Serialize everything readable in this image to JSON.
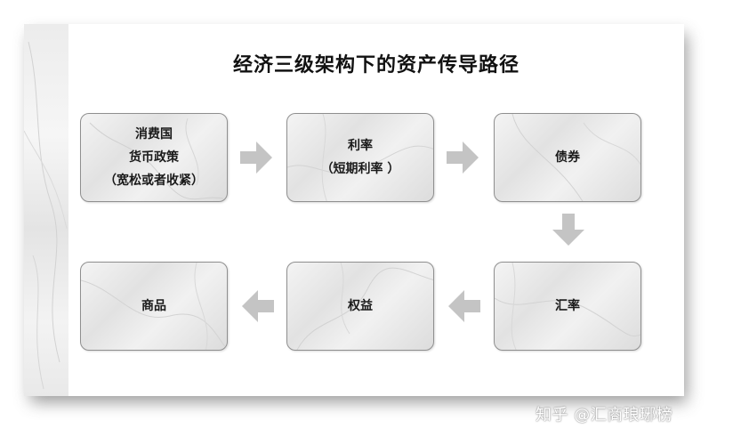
{
  "title": "经济三级架构下的资产传导路径",
  "boxes": {
    "policy": {
      "line1": "消费国",
      "line2": "货币政策",
      "line3": "（宽松或者收紧）"
    },
    "rate": {
      "line1": "利率",
      "line2": "（短期利率 ）"
    },
    "bond": {
      "line1": "债券"
    },
    "fx": {
      "line1": "汇率"
    },
    "equity": {
      "line1": "权益"
    },
    "commodity": {
      "line1": "商品"
    }
  },
  "watermark": "知乎 @汇商琅琊榜",
  "colors": {
    "arrow": "#c4c4c4",
    "box_border": "#8f8f8f",
    "title": "#111111"
  }
}
